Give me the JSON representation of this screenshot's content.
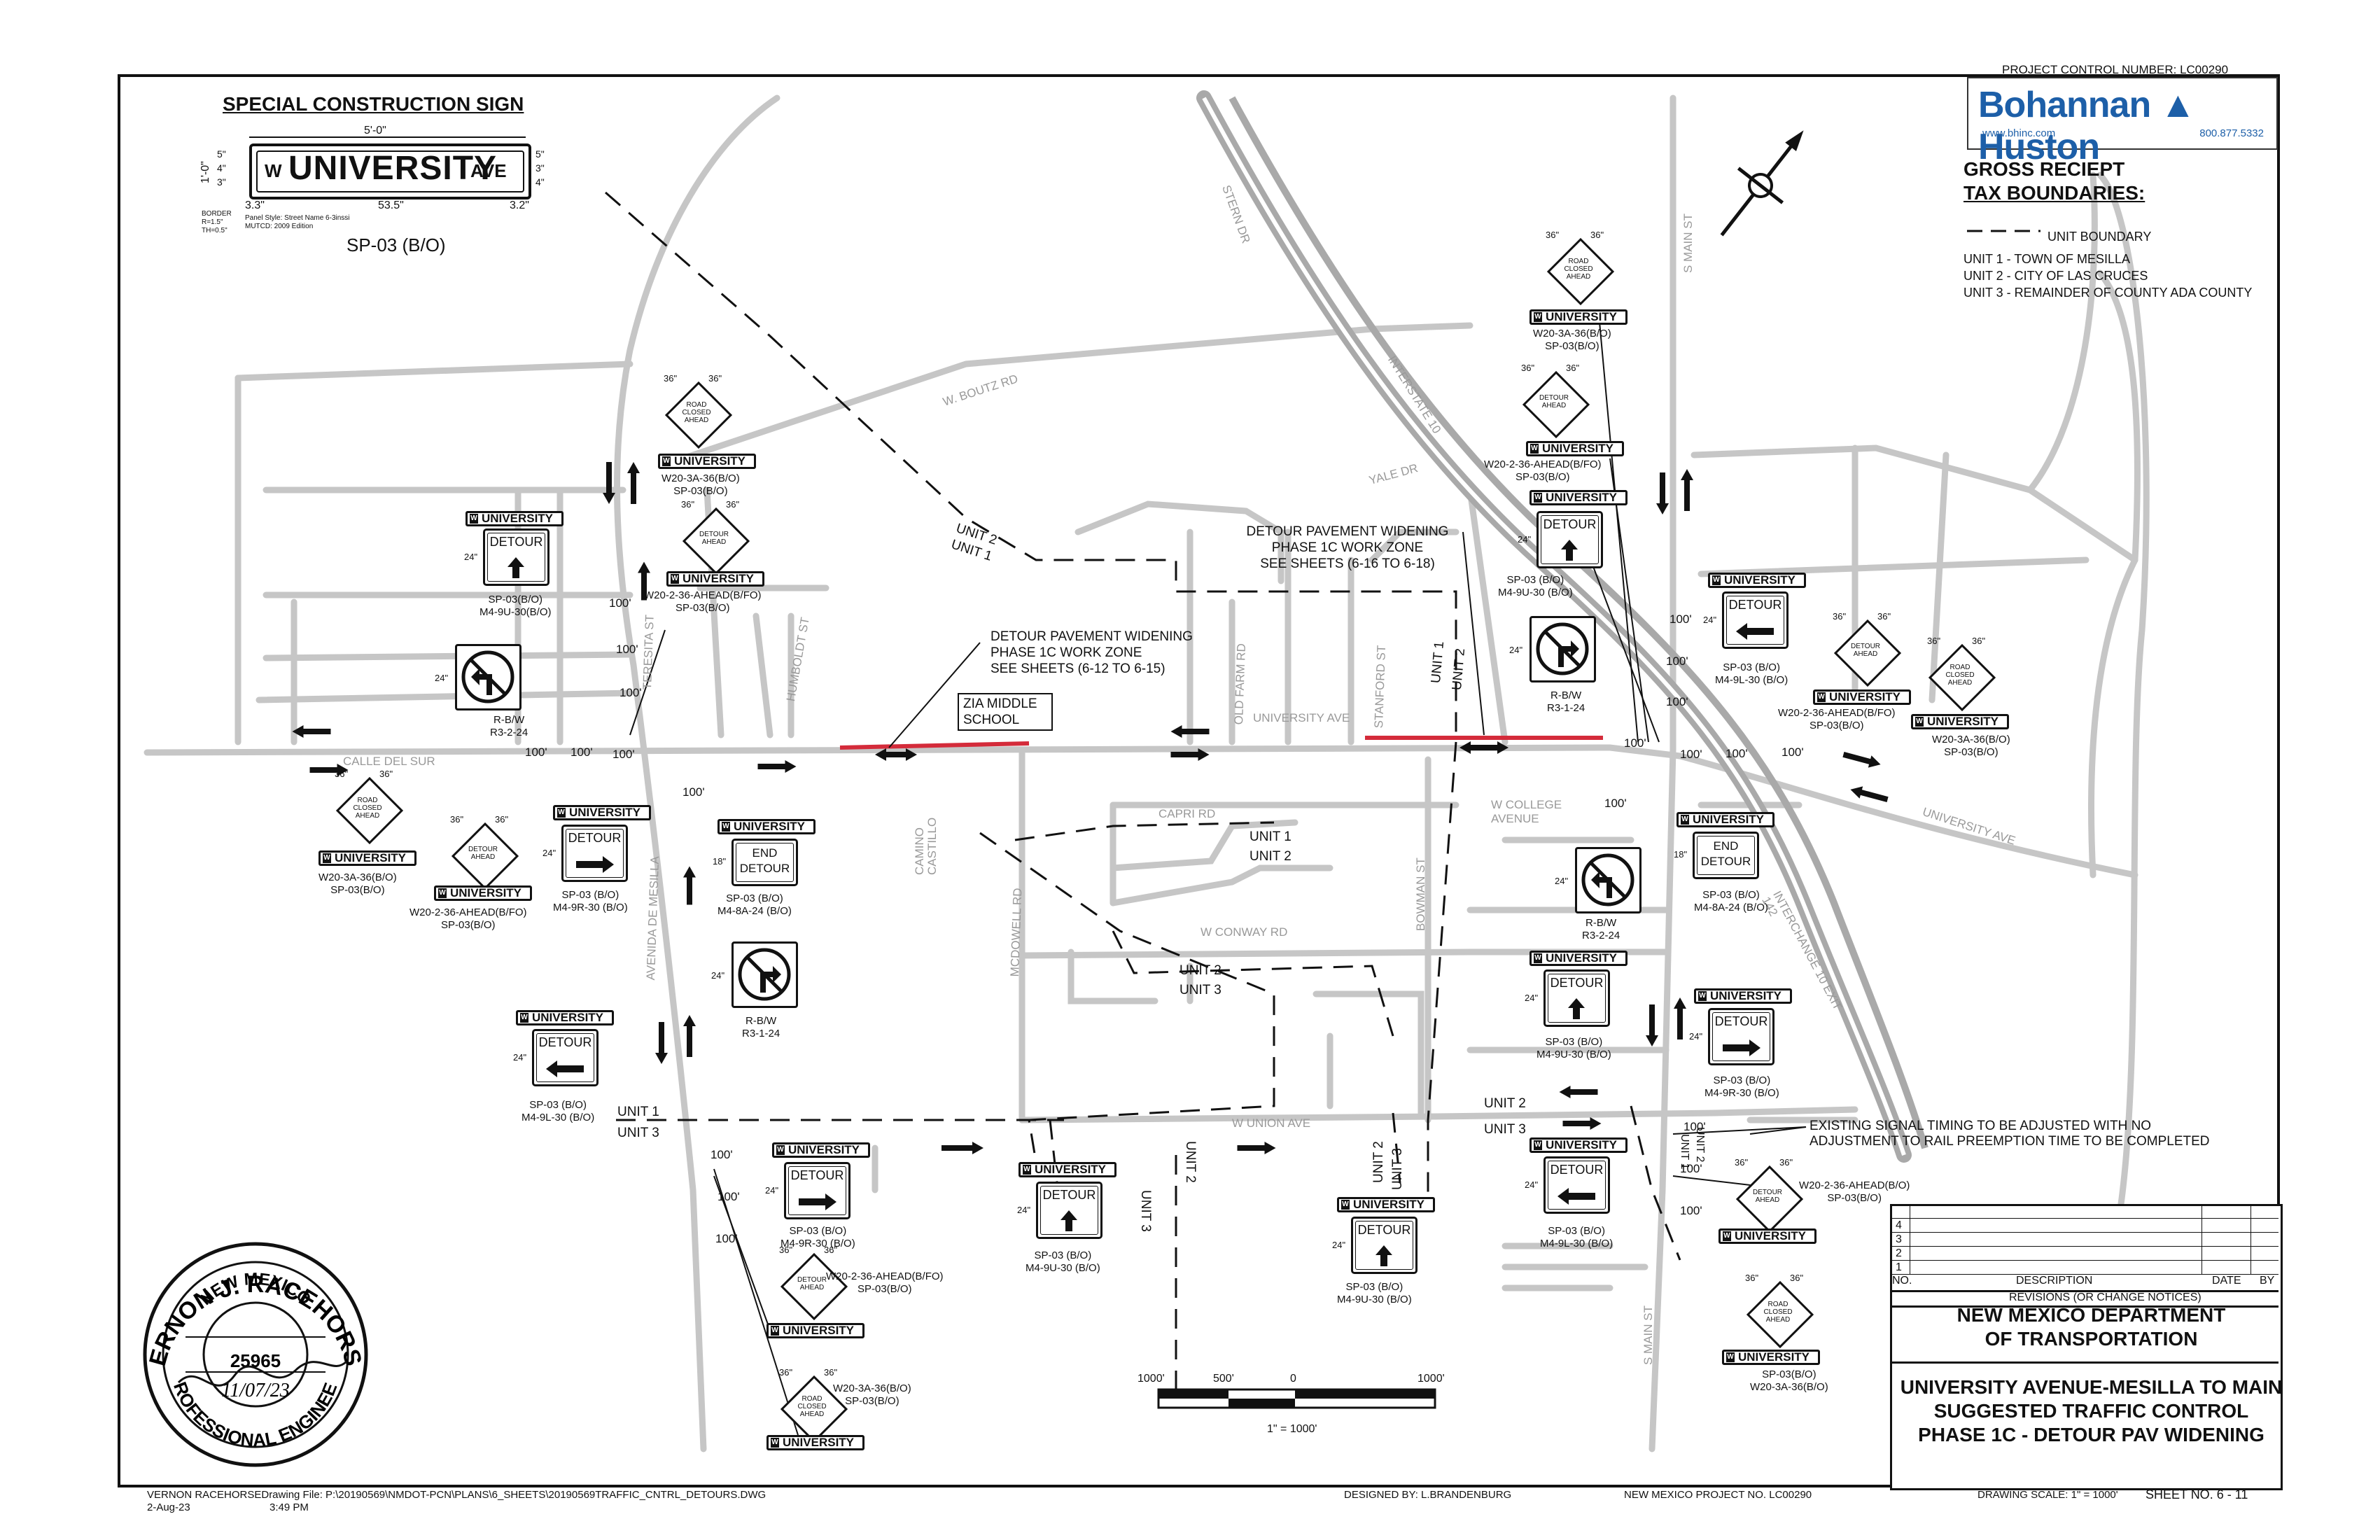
{
  "header": {
    "project_control": "PROJECT CONTROL NUMBER:   LC00290"
  },
  "logo": {
    "name": "Bohannan ▲ Huston",
    "web": "www.bhinc.com",
    "phone": "800.877.5332"
  },
  "legend": {
    "title_line1": "GROSS RECIEPT",
    "title_line2": "TAX BOUNDARIES:",
    "boundary_label": "UNIT BOUNDARY",
    "units": [
      "UNIT 1 - TOWN OF MESILLA",
      "UNIT 2 - CITY OF LAS CRUCES",
      "UNIT 3 - REMAINDER OF COUNTY ADA COUNTY"
    ]
  },
  "special_sign": {
    "title": "SPECIAL CONSTRUCTION SIGN",
    "width_dim": "5'-0\"",
    "w": "W",
    "main": "UNIVERSITY",
    "ave": "AVE",
    "dim_left": "3.3\"",
    "dim_mid": "53.5\"",
    "dim_right": "3.2\"",
    "height_dims": [
      "1'-0\"",
      "4\"",
      "5\"",
      "3\""
    ],
    "right_dims": [
      "5\"",
      "3\"",
      "4\""
    ],
    "notes": [
      "BORDER",
      "R=1.5\"",
      "TH=0.5\"",
      "Panel Style: Street Name 6-3inssi",
      "MUTCD: 2009 Edition"
    ],
    "code": "SP-03 (B/O)"
  },
  "map": {
    "streets": {
      "calle_del_sur": "CALLE DEL SUR",
      "w_boutz": "W. BOUTZ RD",
      "stern_dr": "STERN DR",
      "interstate_10": "INTERSTATE 10",
      "s_main_top": "S MAIN ST",
      "yale_dr": "YALE DR",
      "university_ave": "UNIVERSITY AVE",
      "university_ave_east": "UNIVERSITY AVE",
      "capri_rd": "CAPRI RD",
      "w_conway": "W CONWAY RD",
      "w_union": "W UNION AVE",
      "w_college": "W COLLEGE AVENUE",
      "avenida": "AVENIDA DE MESILLA",
      "teresita": "TERESITA ST",
      "humboldt": "HUMBOLDT ST",
      "camino": "CAMINO CASTILLO",
      "mcdowell": "MCDOWELL RD",
      "old_farm": "OLD FARM RD",
      "stanford": "STANFORD ST",
      "bowman": "BOWMAN ST",
      "s_main_bottom": "S MAIN ST",
      "interchange": "INTERCHANGE 10 EXIT 142"
    },
    "unit_labels": {
      "unit2_1_top": "UNIT 2",
      "unit1_top": "UNIT 1",
      "unit1_v": "UNIT 1",
      "unit2_v": "UNIT 2",
      "unit1_capri": "UNIT 1",
      "unit2_capri": "UNIT 2",
      "unit2_conway": "UNIT 2",
      "unit3_conway": "UNIT 3",
      "unit1_union_w": "UNIT 1",
      "unit3_union_w": "UNIT 3",
      "unit2_union_e": "UNIT 2",
      "unit3_union_e": "UNIT 3",
      "unit3_v_bottom": "UNIT 3",
      "unit2_v_bottom": "UNIT 2",
      "unit2_bowman": "UNIT 2",
      "unit3_bowman": "UNIT 3",
      "unit1_main": "UNIT 1",
      "unit2_main": "UNIT 2"
    },
    "zia": "ZIA MIDDLE SCHOOL",
    "distances": {
      "d100": "100'"
    },
    "notes": {
      "detour1_l1": "DETOUR PAVEMENT WIDENING",
      "detour1_l2": "PHASE 1C WORK ZONE",
      "detour1_l3": "SEE SHEETS (6-12 TO 6-15)",
      "detour2_l1": "DETOUR PAVEMENT WIDENING",
      "detour2_l2": "PHASE 1C WORK ZONE",
      "detour2_l3": "SEE SHEETS (6-16 TO 6-18)",
      "signal_l1": "EXISTING SIGNAL TIMING TO BE ADJUSTED WITH NO",
      "signal_l2": "ADJUSTMENT TO RAIL PREEMPTION TIME TO BE COMPLETED"
    },
    "scale": {
      "labels": [
        "1000'",
        "500'",
        "0",
        "1000'"
      ],
      "ratio": "1\" = 1000'"
    }
  },
  "signs": {
    "detour": "DETOUR",
    "end_detour_1": "END",
    "end_detour_2": "DETOUR",
    "university": "UNIVERSITY",
    "road_closed_1": "ROAD",
    "road_closed_2": "CLOSED",
    "road_closed_3": "AHEAD",
    "detour_ahead_1": "DETOUR",
    "detour_ahead_2": "AHEAD",
    "dim36": "36\"",
    "dim24": "24\"",
    "dim18": "18\"",
    "captions": {
      "c1": "W20-3A-36(B/O)|SP-03(B/O)",
      "c2": "W20-2-36-AHEAD(B/FO)|SP-03(B/O)",
      "c3": "SP-03(B/O)|M4-9U-30(B/O)",
      "c4": "R-B/W|R3-2-24",
      "c5": "W20-3A-36(B/O)|SP-03(B/O)",
      "c6": "W20-2-36-AHEAD(B/FO)|SP-03(B/O)",
      "c7": "SP-03 (B/O)|M4-9R-30 (B/O)",
      "c8": "SP-03 (B/O)|M4-8A-24 (B/O)",
      "c9": "R-B/W|R3-1-24",
      "c10": "SP-03 (B/O)|M4-9L-30 (B/O)",
      "c11": "SP-03 (B/O)|M4-9R-30 (B/O)",
      "c12": "W20-2-36-AHEAD(B/FO)|SP-03(B/O)",
      "c13": "W20-3A-36(B/O)|SP-03(B/O)",
      "c14": "SP-03 (B/O)|M4-9U-30 (B/O)",
      "c15": "SP-03 (B/O)|M4-9U-30 (B/O)",
      "c16": "W20-3A-36(B/O)|SP-03(B/O)",
      "c17": "W20-2-36-AHEAD(B/FO)|SP-03(B/O)",
      "c18": "SP-03 (B/O)|M4-9U-30 (B/O)",
      "c19": "R-B/W|R3-1-24",
      "c20": "SP-03 (B/O)|M4-9L-30 (B/O)",
      "c21": "W20-2-36-AHEAD(B/FO)|SP-03(B/O)",
      "c22": "W20-3A-36(B/O)|SP-03(B/O)",
      "c23": "SP-03 (B/O)|M4-8A-24 (B/O)",
      "c24": "R-B/W|R3-2-24",
      "c25": "SP-03 (B/O)|M4-9U-30 (B/O)",
      "c26": "SP-03 (B/O)|M4-9R-30 (B/O)",
      "c27": "SP-03 (B/O)|M4-9L-30 (B/O)",
      "c28": "W20-2-36-AHEAD(B/O)|SP-03(B/O)",
      "c29": "SP-03(B/O)|W20-3A-36(B/O)"
    }
  },
  "title_block": {
    "rows": [
      "4",
      "3",
      "2",
      "1"
    ],
    "no": "NO.",
    "description": "DESCRIPTION",
    "date": "DATE",
    "by": "BY",
    "revisions": "REVISIONS (OR CHANGE NOTICES)",
    "dept_l1": "NEW MEXICO DEPARTMENT",
    "dept_l2": "OF TRANSPORTATION",
    "title_l1": "UNIVERSITY AVENUE-MESILLA TO MAIN",
    "title_l2": "SUGGESTED TRAFFIC CONTROL",
    "title_l3": "PHASE 1C - DETOUR PAV WIDENING"
  },
  "stamp": {
    "name": "VERNON J. RACEHORSE",
    "state": "NEW MEXICO",
    "number": "25965",
    "date": "11/07/23",
    "role": "PROFESSIONAL ENGINEER"
  },
  "footer": {
    "engineer_file": "VERNON RACEHORSEDrawing File:  P:\\20190569\\NMDOT-PCN\\PLANS\\6_SHEETS\\20190569TRAFFIC_CNTRL_DETOURS.DWG",
    "date": "2-Aug-23",
    "time": "3:49 PM",
    "designed": "DESIGNED BY:   L.BRANDENBURG",
    "project_no": "NEW MEXICO PROJECT NO.   LC00290",
    "scale": "DRAWING SCALE: 1\" = 1000'",
    "sheet": "SHEET NO.  6   -   11"
  },
  "colors": {
    "road": "#c6c6c6",
    "highway": "#a9a9a9",
    "work_zone": "#d42b3a",
    "brand": "#1d5fa8"
  }
}
